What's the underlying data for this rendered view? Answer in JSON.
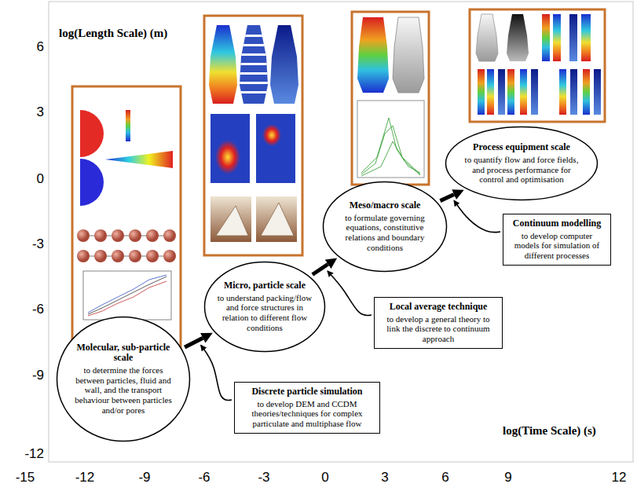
{
  "diagram": {
    "nodes": [
      {
        "text": [
          "Molecular, sub-particle scale",
          "to determine the forces between particles, fluid and wall, and the transport behaviour between particles and/or pores"
        ]
      },
      {
        "text": [
          "Discrete particle simulation",
          "to develop DEM and CCDM theories/techniques for complex particulate and multiphase flow"
        ]
      },
      {
        "text": [
          "Micro, particle scale",
          "to understand packing/flow and force structures in relation to different flow conditions"
        ]
      },
      {
        "text": [
          "Local average technique",
          "to develop a general theory to link the discrete to continuum approach"
        ]
      },
      {
        "text": [
          "Meso/macro scale",
          "to formulate governing equations, constitutive relations and boundary conditions"
        ]
      },
      {
        "text": [
          "Continuum modelling",
          "to develop computer models for simulation of different processes"
        ]
      },
      {
        "text": [
          "Process equipment scale",
          "to quantify flow and force fields, and process performance for control and optimisation"
        ]
      }
    ],
    "edges": [
      {
        "from": 0,
        "to": 2,
        "arrow": "to"
      },
      {
        "from": 2,
        "to": 4,
        "arrow": "to"
      },
      {
        "from": 4,
        "to": 6,
        "arrow": "to"
      }
    ],
    "labels": [
      "log(Length Scale) (m)",
      "6",
      "3",
      "0",
      "-3",
      "-6",
      "-9",
      "-12",
      "log(Time Scale) (s)",
      "-15",
      "-12",
      "-9",
      "-6",
      "-3",
      "0",
      "3",
      "6",
      "9",
      "12"
    ]
  }
}
